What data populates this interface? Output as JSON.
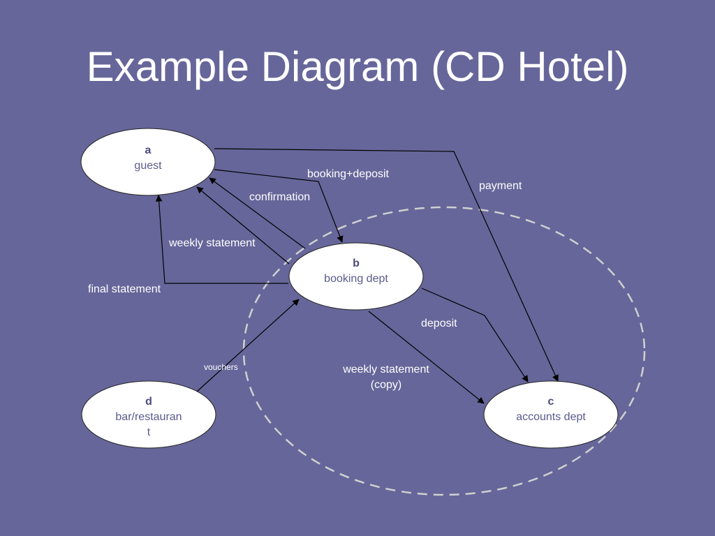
{
  "title": "Example Diagram (CD Hotel)",
  "colors": {
    "background": "#66669a",
    "node_fill": "#ffffff",
    "node_text": "#5a5a8c",
    "line": "#000000",
    "boundary_dashed": "#d0d0d0",
    "label_text": "#ffffff"
  },
  "nodes": {
    "a": {
      "letter": "a",
      "name": "guest"
    },
    "b": {
      "letter": "b",
      "name": "booking dept"
    },
    "c": {
      "letter": "c",
      "name": "accounts dept"
    },
    "d": {
      "letter": "d",
      "name_line1": "bar/restauran",
      "name_line2": "t"
    }
  },
  "flows": {
    "booking_deposit": "booking+deposit",
    "confirmation": "confirmation",
    "payment": "payment",
    "weekly_statement": "weekly statement",
    "final_statement": "final statement",
    "deposit": "deposit",
    "weekly_statement_copy_line1": "weekly statement",
    "weekly_statement_copy_line2": "(copy)",
    "vouchers": "vouchers"
  }
}
